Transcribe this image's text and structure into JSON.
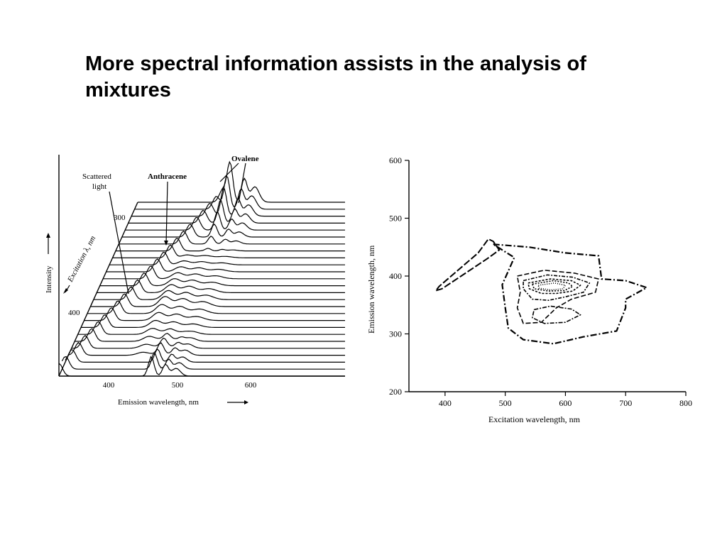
{
  "slide": {
    "title": "More spectral information assists in the analysis of mixtures"
  },
  "figures": {
    "left": {
      "annotations": {
        "scattered": "Scattered",
        "scattered2": "light",
        "anthracene": "Anthracene",
        "ovalene": "Ovalene"
      },
      "axes": {
        "intensity": "Intensity",
        "excitation": "Excitation λ, nm",
        "emission": "Emission wavelength, nm"
      }
    },
    "right": {
      "axes": {
        "ylabel": "Emission wavelength, nm",
        "xlabel": "Excitation wavelength, nm"
      }
    }
  },
  "chart_data": [
    {
      "type": "waterfall",
      "xlabel": "Emission wavelength, nm",
      "ylabel": "Intensity",
      "zlabel": "Excitation λ, nm",
      "x_ticks": [
        "400",
        "500",
        "600"
      ],
      "z_ticks": [
        "300",
        "400"
      ],
      "annotations": [
        "Scattered light",
        "Anthracene",
        "Ovalene"
      ],
      "n_spectra": 26
    },
    {
      "type": "contour",
      "xlabel": "Excitation wavelength, nm",
      "ylabel": "Emission wavelength, nm",
      "x_ticks": [
        "400",
        "500",
        "600",
        "700",
        "800"
      ],
      "y_ticks": [
        "200",
        "300",
        "400",
        "500",
        "600"
      ],
      "xlim": [
        340,
        800
      ],
      "ylim": [
        200,
        600
      ],
      "outer_contour": [
        [
          480,
          455
        ],
        [
          540,
          450
        ],
        [
          600,
          440
        ],
        [
          655,
          435
        ],
        [
          660,
          395
        ],
        [
          700,
          392
        ],
        [
          735,
          380
        ],
        [
          700,
          360
        ],
        [
          700,
          345
        ],
        [
          685,
          305
        ],
        [
          630,
          295
        ],
        [
          580,
          283
        ],
        [
          530,
          290
        ],
        [
          505,
          310
        ],
        [
          500,
          345
        ],
        [
          495,
          385
        ],
        [
          515,
          432
        ],
        [
          480,
          455
        ]
      ],
      "scatter_band": [
        [
          385,
          375
        ],
        [
          395,
          378
        ],
        [
          470,
          430
        ],
        [
          490,
          445
        ],
        [
          480,
          460
        ],
        [
          472,
          464
        ],
        [
          455,
          440
        ],
        [
          390,
          382
        ],
        [
          385,
          375
        ]
      ],
      "inner_contours": [
        [
          [
            520,
            400
          ],
          [
            565,
            410
          ],
          [
            615,
            405
          ],
          [
            655,
            395
          ],
          [
            650,
            372
          ],
          [
            610,
            360
          ],
          [
            585,
            345
          ],
          [
            560,
            320
          ],
          [
            530,
            318
          ],
          [
            520,
            345
          ],
          [
            525,
            372
          ],
          [
            520,
            400
          ]
        ],
        [
          [
            530,
            392
          ],
          [
            570,
            402
          ],
          [
            612,
            398
          ],
          [
            640,
            388
          ],
          [
            630,
            372
          ],
          [
            600,
            364
          ],
          [
            572,
            358
          ],
          [
            545,
            360
          ],
          [
            530,
            378
          ],
          [
            530,
            392
          ]
        ],
        [
          [
            538,
            388
          ],
          [
            575,
            395
          ],
          [
            610,
            392
          ],
          [
            625,
            384
          ],
          [
            612,
            374
          ],
          [
            585,
            370
          ],
          [
            560,
            370
          ],
          [
            540,
            378
          ],
          [
            538,
            388
          ]
        ],
        [
          [
            545,
            386
          ],
          [
            580,
            392
          ],
          [
            605,
            388
          ],
          [
            612,
            382
          ],
          [
            598,
            375
          ],
          [
            572,
            374
          ],
          [
            548,
            378
          ],
          [
            545,
            386
          ]
        ],
        [
          [
            555,
            384
          ],
          [
            582,
            388
          ],
          [
            600,
            384
          ],
          [
            596,
            378
          ],
          [
            576,
            376
          ],
          [
            556,
            379
          ],
          [
            555,
            384
          ]
        ],
        [
          [
            548,
            342
          ],
          [
            575,
            348
          ],
          [
            610,
            343
          ],
          [
            625,
            333
          ],
          [
            600,
            320
          ],
          [
            565,
            318
          ],
          [
            545,
            328
          ],
          [
            548,
            342
          ]
        ]
      ]
    }
  ]
}
